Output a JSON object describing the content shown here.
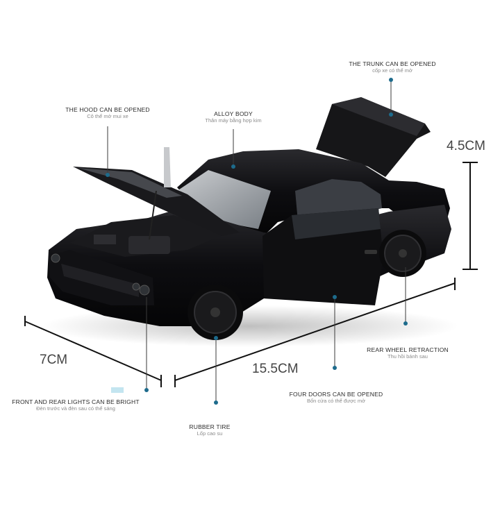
{
  "callouts": {
    "hood": {
      "title": "THE HOOD CAN BE OPENED",
      "subtitle": "Cô thể mở mui xe"
    },
    "body": {
      "title": "ALLOY BODY",
      "subtitle": "Thân máy bằng hợp kim"
    },
    "trunk": {
      "title": "THE TRUNK CAN BE OPENED",
      "subtitle": "cốp xe có thể mở"
    },
    "rear_wheel": {
      "title": "REAR WHEEL RETRACTION",
      "subtitle": "Thu hồi bánh sau"
    },
    "doors": {
      "title": "FOUR DOORS CAN BE OPENED",
      "subtitle": "Bốn cửa có thể được mở"
    },
    "tire": {
      "title": "RUBBER TIRE",
      "subtitle": "Lốp cao su"
    },
    "lights": {
      "title": "FRONT AND REAR LIGHTS CAN BE BRIGHT",
      "subtitle": "Đèn trước và đèn sau có thể sáng"
    }
  },
  "dimensions": {
    "height": "4.5CM",
    "width": "7CM",
    "length": "15.5CM"
  },
  "colors": {
    "car_body": "#0c0c0e",
    "leader": "#3a3a3a",
    "dot": "#1d6b8c"
  }
}
